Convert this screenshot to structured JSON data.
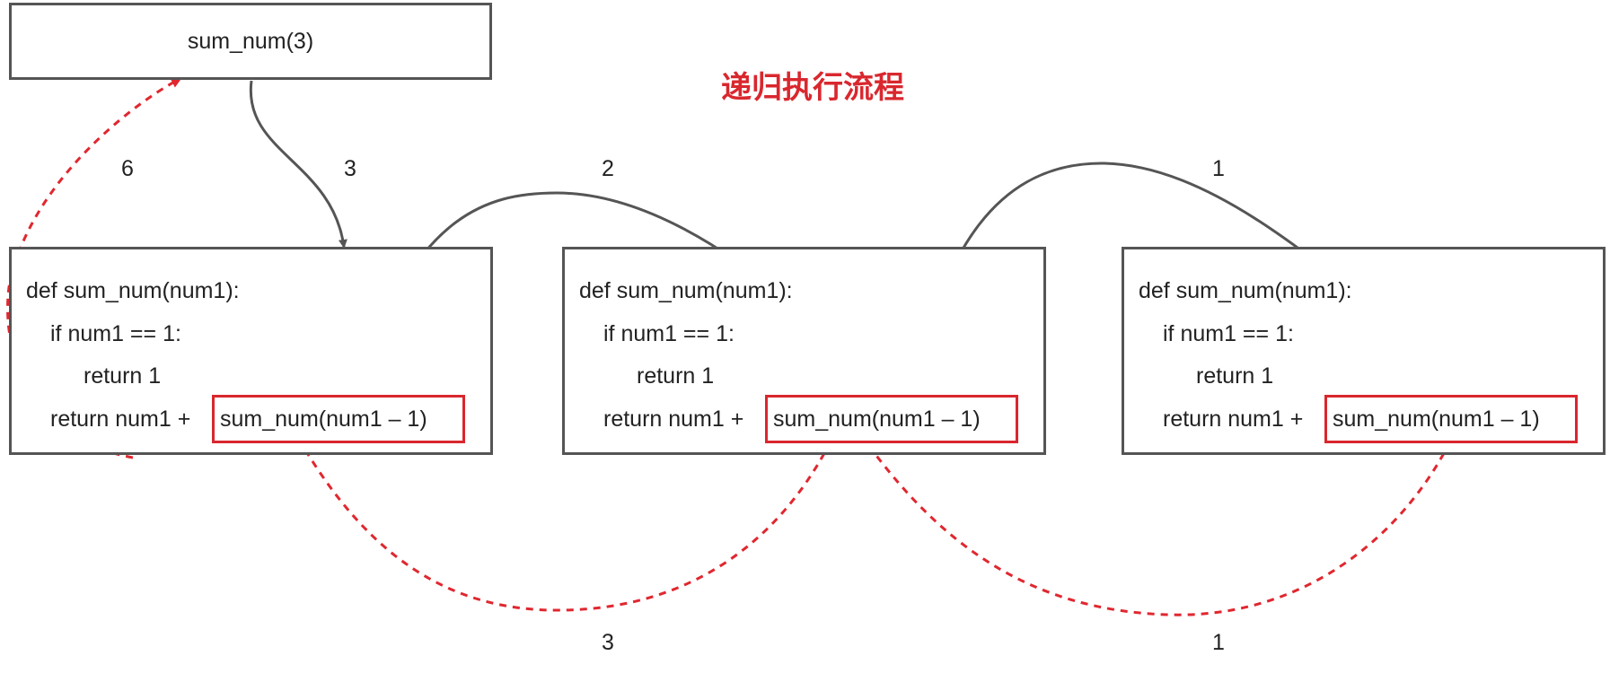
{
  "title": "递归执行流程",
  "call": {
    "label": "sum_num(3)"
  },
  "code": {
    "line1": "def sum_num(num1):",
    "line2": "if num1 == 1:",
    "line3": "return 1",
    "line4_prefix": "return num1 +",
    "call_expr": "sum_num(num1 – 1)"
  },
  "call_arrows": {
    "to_frame1": "3",
    "to_frame2": "2",
    "to_frame3": "1"
  },
  "return_arrows": {
    "to_call": "6",
    "to_frame1": "3",
    "to_frame2": "1"
  },
  "colors": {
    "call_arrow": "#555555",
    "return_arrow": "#e0272f",
    "highlight": "#d9272e",
    "title": "#d9272e"
  }
}
